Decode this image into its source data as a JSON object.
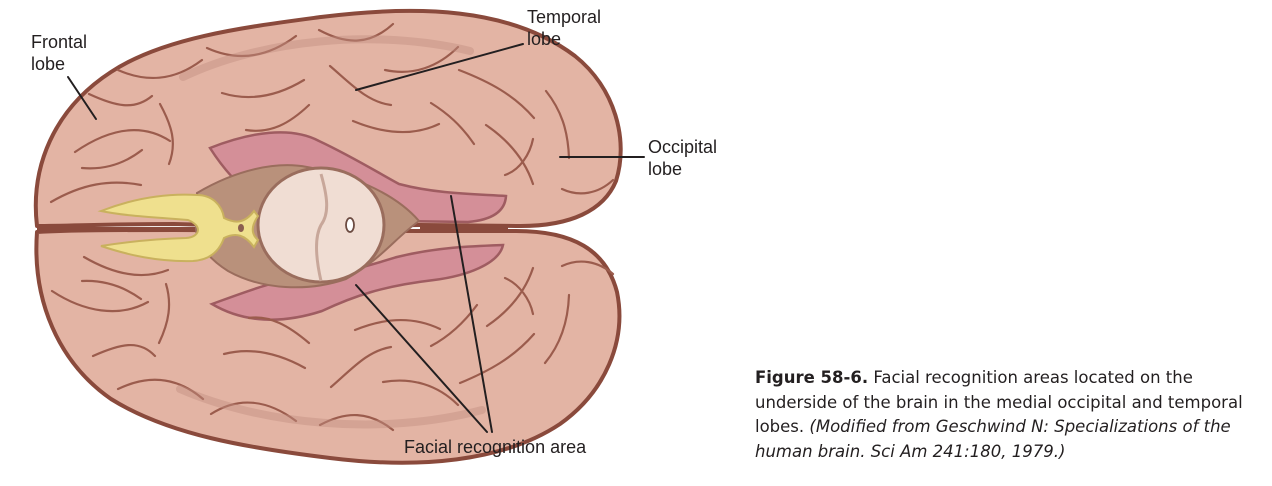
{
  "labels": {
    "frontal": [
      "Frontal",
      "lobe"
    ],
    "temporal": [
      "Temporal",
      "lobe"
    ],
    "occipital": [
      "Occipital",
      "lobe"
    ],
    "facial": "Facial recognition area"
  },
  "caption": {
    "figure_number": "Figure 58-6.",
    "text": "Facial recognition areas located on the underside of the brain in the medial occipital and temporal lobes.",
    "source": "(Modified from Geschwind N: Specializations of the human brain. Sci Am 241:180, 1979.)"
  },
  "colors": {
    "brain_fill": "#e3b4a4",
    "brain_stroke": "#8a4a3c",
    "brain_shadow": "#bd8f7e",
    "facial_area": "#d48f98",
    "optic_tract": "#efe08e",
    "midbrain": "#f0ddd3",
    "leader_line": "#231f20"
  }
}
